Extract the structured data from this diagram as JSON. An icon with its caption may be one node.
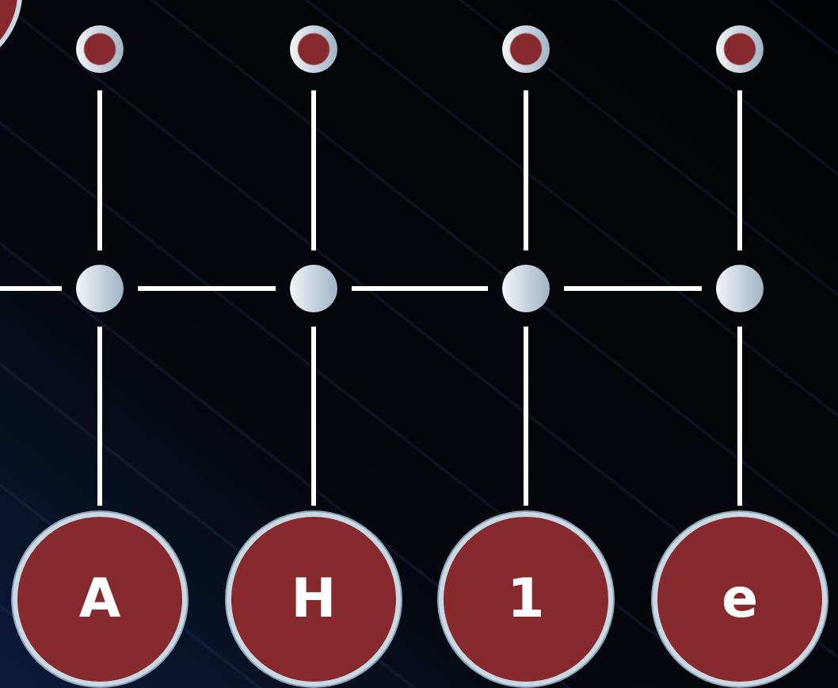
{
  "diagram": {
    "nodes": [
      {
        "text": [],
        "shape": "circle"
      },
      {
        "text": [],
        "shape": "circle"
      },
      {
        "text": [],
        "shape": "circle"
      },
      {
        "text": [],
        "shape": "circle"
      },
      {
        "text": [],
        "shape": "circle"
      },
      {
        "text": [],
        "shape": "circle"
      },
      {
        "text": [],
        "shape": "circle"
      },
      {
        "text": [],
        "shape": "circle"
      },
      {
        "text": [],
        "shape": "circle"
      },
      {
        "text": [
          "A"
        ]
      },
      {
        "text": [
          "H"
        ]
      },
      {
        "text": [
          "1"
        ]
      },
      {
        "text": [
          "e"
        ]
      }
    ],
    "edges": [
      {
        "from": 1,
        "to": 5,
        "arrow": "none"
      },
      {
        "from": 2,
        "to": 6,
        "arrow": "none"
      },
      {
        "from": 3,
        "to": 7,
        "arrow": "none"
      },
      {
        "from": 4,
        "to": 8,
        "arrow": "none"
      },
      {
        "from": null,
        "to": 5,
        "arrow": "none"
      },
      {
        "from": 5,
        "to": 6,
        "arrow": "none"
      },
      {
        "from": 6,
        "to": 7,
        "arrow": "none"
      },
      {
        "from": 7,
        "to": 8,
        "arrow": "none"
      },
      {
        "from": 5,
        "to": 9,
        "arrow": "none"
      },
      {
        "from": 6,
        "to": 10,
        "arrow": "none"
      },
      {
        "from": 7,
        "to": 11,
        "arrow": "none"
      },
      {
        "from": 8,
        "to": 12,
        "arrow": "none"
      }
    ]
  }
}
